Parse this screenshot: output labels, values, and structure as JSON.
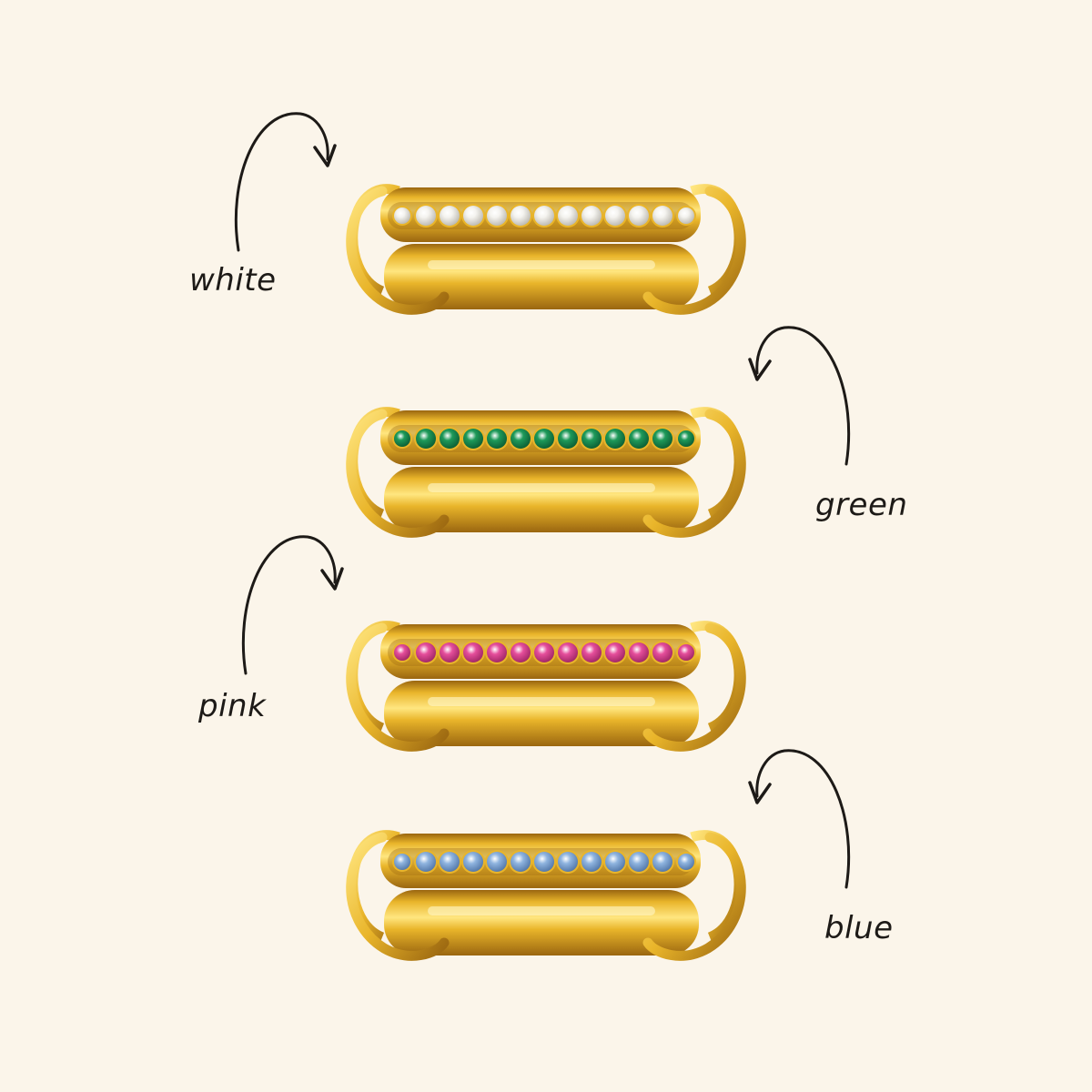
{
  "colors": {
    "background": "#fbf5ea",
    "gold_light": "#ffe680",
    "gold_mid": "#e9b52a",
    "gold_dark": "#9a6610",
    "ink": "#1d1a17"
  },
  "variants": [
    {
      "label": "white",
      "stone_color": "#f4f3ef",
      "stone_shade": "#b9b6ae",
      "side": "left"
    },
    {
      "label": "green",
      "stone_color": "#1e9a5a",
      "stone_shade": "#0b5a32",
      "side": "right"
    },
    {
      "label": "pink",
      "stone_color": "#e54e9b",
      "stone_shade": "#9c2463",
      "side": "left"
    },
    {
      "label": "blue",
      "stone_color": "#8fb4df",
      "stone_shade": "#4f74a6",
      "side": "right"
    }
  ],
  "icons": {
    "arrow": "curved-arrow-icon"
  }
}
